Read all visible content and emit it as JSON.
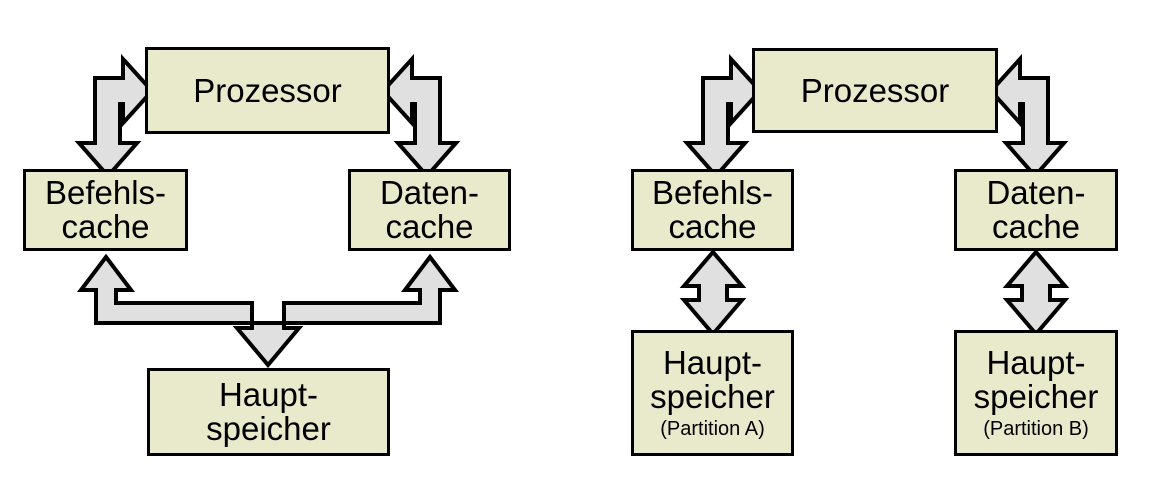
{
  "diagram": {
    "type": "block-diagram",
    "title_text": "",
    "colors": {
      "box_fill": "#e9e9cb",
      "box_stroke": "#000000",
      "arrow_fill": "#e0e0e0",
      "arrow_stroke": "#000000",
      "background": "#ffffff"
    },
    "panels": [
      {
        "id": "harvard-shared-memory",
        "side": "left",
        "nodes": [
          {
            "id": "processor-left",
            "label": "Prozessor",
            "sublabel": ""
          },
          {
            "id": "instruction-cache-left",
            "label_line1": "Befehls-",
            "label_line2": "cache",
            "sublabel": ""
          },
          {
            "id": "data-cache-left",
            "label_line1": "Daten-",
            "label_line2": "cache",
            "sublabel": ""
          },
          {
            "id": "main-memory-left",
            "label_line1": "Haupt-",
            "label_line2": "speicher",
            "sublabel": ""
          }
        ],
        "connectors": [
          {
            "id": "proc-to-icache-left",
            "kind": "elbow-bidirectional",
            "from": "instruction-cache-left",
            "to": "processor-left"
          },
          {
            "id": "proc-to-dcache-left",
            "kind": "elbow-bidirectional",
            "from": "data-cache-left",
            "to": "processor-left"
          },
          {
            "id": "memory-bus-left",
            "kind": "three-way-split",
            "from": "main-memory-left",
            "to": "instruction-cache-left, data-cache-left"
          }
        ]
      },
      {
        "id": "harvard-partitioned-memory",
        "side": "right",
        "nodes": [
          {
            "id": "processor-right",
            "label": "Prozessor",
            "sublabel": ""
          },
          {
            "id": "instruction-cache-right",
            "label_line1": "Befehls-",
            "label_line2": "cache",
            "sublabel": ""
          },
          {
            "id": "data-cache-right",
            "label_line1": "Daten-",
            "label_line2": "cache",
            "sublabel": ""
          },
          {
            "id": "main-memory-partition-a",
            "label_line1": "Haupt-",
            "label_line2": "speicher",
            "sublabel": "(Partition A)"
          },
          {
            "id": "main-memory-partition-b",
            "label_line1": "Haupt-",
            "label_line2": "speicher",
            "sublabel": "(Partition B)"
          }
        ],
        "connectors": [
          {
            "id": "proc-to-icache-right",
            "kind": "elbow-bidirectional",
            "from": "instruction-cache-right",
            "to": "processor-right"
          },
          {
            "id": "proc-to-dcache-right",
            "kind": "elbow-bidirectional",
            "from": "data-cache-right",
            "to": "processor-right"
          },
          {
            "id": "icache-to-mem-a",
            "kind": "double-headed-vertical",
            "from": "instruction-cache-right",
            "to": "main-memory-partition-a"
          },
          {
            "id": "dcache-to-mem-b",
            "kind": "double-headed-vertical",
            "from": "data-cache-right",
            "to": "main-memory-partition-b"
          }
        ]
      }
    ]
  }
}
